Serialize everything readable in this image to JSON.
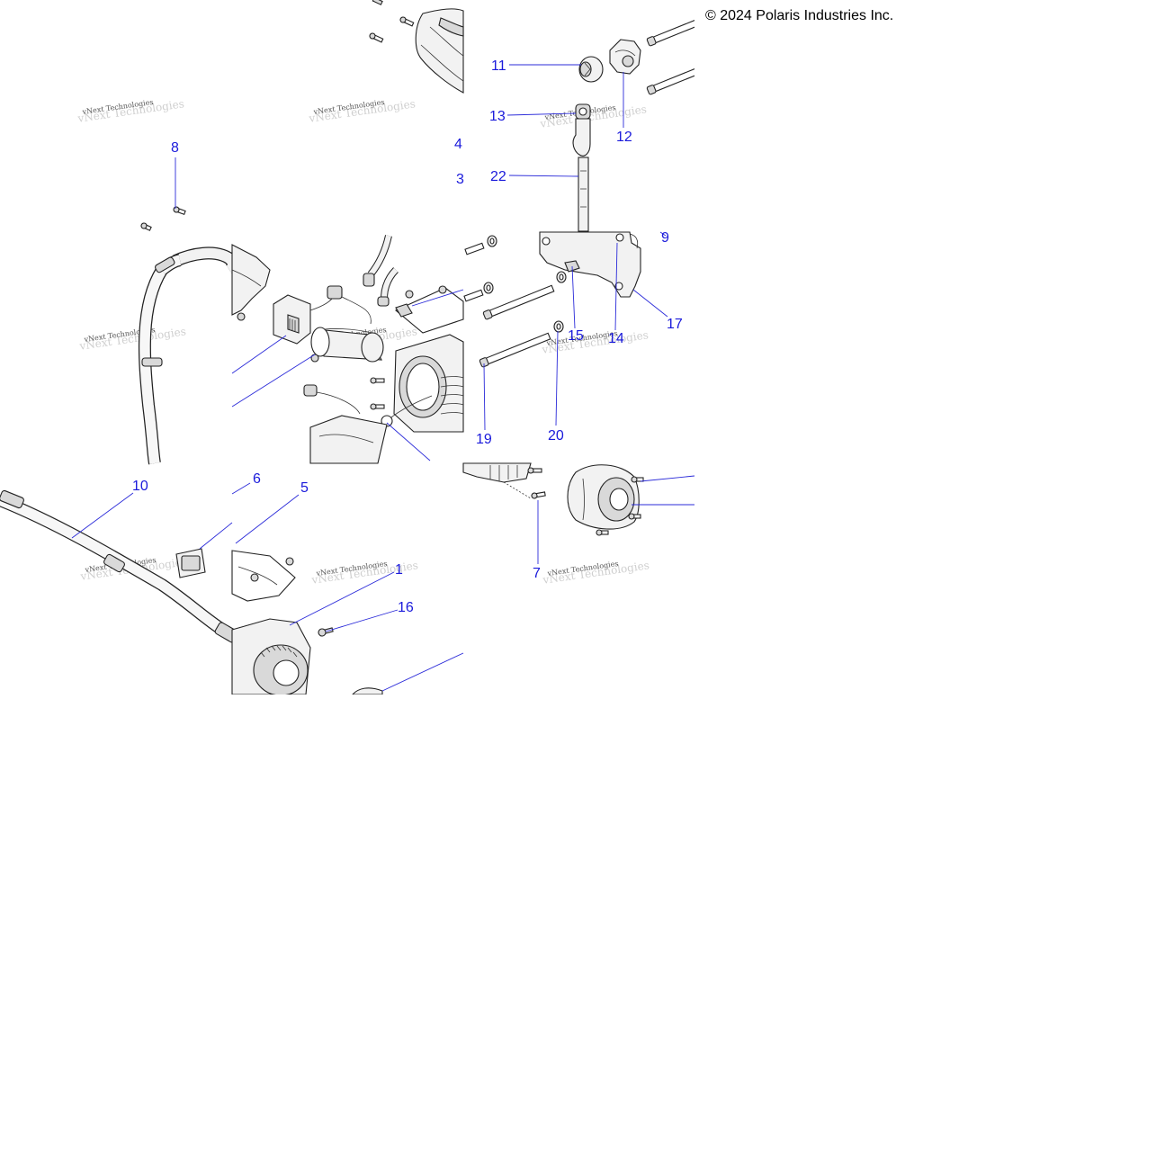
{
  "copyright": "© 2024 Polaris Industries Inc.",
  "watermark": "vNext Technologies",
  "callouts": [
    {
      "id": "c1",
      "label": "1"
    },
    {
      "id": "c3",
      "label": "3"
    },
    {
      "id": "c4",
      "label": "4"
    },
    {
      "id": "c5",
      "label": "5"
    },
    {
      "id": "c6",
      "label": "6"
    },
    {
      "id": "c7",
      "label": "7"
    },
    {
      "id": "c8",
      "label": "8"
    },
    {
      "id": "c9",
      "label": "9"
    },
    {
      "id": "c10",
      "label": "10"
    },
    {
      "id": "c11",
      "label": "11"
    },
    {
      "id": "c12",
      "label": "12"
    },
    {
      "id": "c13",
      "label": "13"
    },
    {
      "id": "c14",
      "label": "14"
    },
    {
      "id": "c15",
      "label": "15"
    },
    {
      "id": "c16",
      "label": "16"
    },
    {
      "id": "c17",
      "label": "17"
    },
    {
      "id": "c19",
      "label": "19"
    },
    {
      "id": "c20",
      "label": "20"
    },
    {
      "id": "c22",
      "label": "22"
    }
  ]
}
